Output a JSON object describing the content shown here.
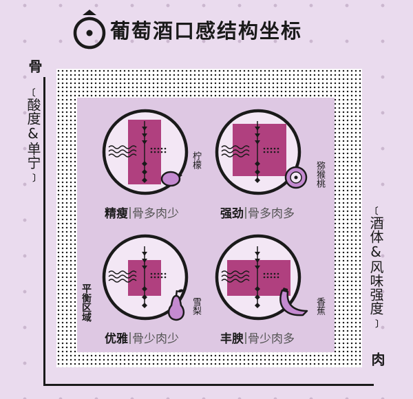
{
  "title": "葡萄酒口感结构坐标",
  "y_axis": {
    "label": "骨",
    "sub": "﹝酸度&单宁﹞"
  },
  "x_axis": {
    "label": "肉",
    "sub": "﹝酒体&风味强度﹞"
  },
  "zone_label": "平衡区域",
  "colors": {
    "accent": "#b0407f",
    "bg": "#eadbee",
    "panel": "#dec8e3",
    "circle": "#f3e7f5",
    "fruit": "#c48ad0"
  },
  "quadrants": [
    {
      "name": "精瘦",
      "desc": "骨多肉少",
      "fruit": "柠檬",
      "fruit_icon": "lemon-icon"
    },
    {
      "name": "强劲",
      "desc": "骨多肉多",
      "fruit": "猕猴桃",
      "fruit_icon": "kiwi-icon"
    },
    {
      "name": "优雅",
      "desc": "骨少肉少",
      "fruit": "雪梨",
      "fruit_icon": "pear-icon"
    },
    {
      "name": "丰腴",
      "desc": "骨少肉多",
      "fruit": "香蕉",
      "fruit_icon": "banana-icon"
    }
  ]
}
